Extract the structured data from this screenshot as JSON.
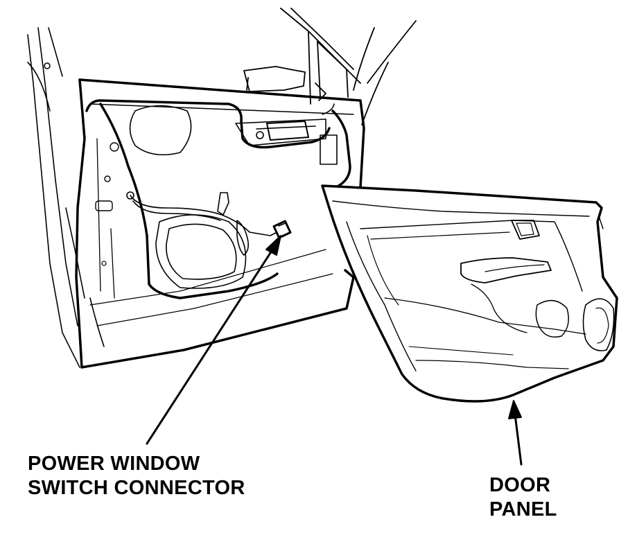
{
  "callouts": {
    "connector": {
      "line1": "POWER WINDOW",
      "line2": "SWITCH CONNECTOR"
    },
    "panel": {
      "line1": "DOOR",
      "line2": "PANEL"
    }
  },
  "colors": {
    "ink": "#000000",
    "paper": "#ffffff"
  }
}
